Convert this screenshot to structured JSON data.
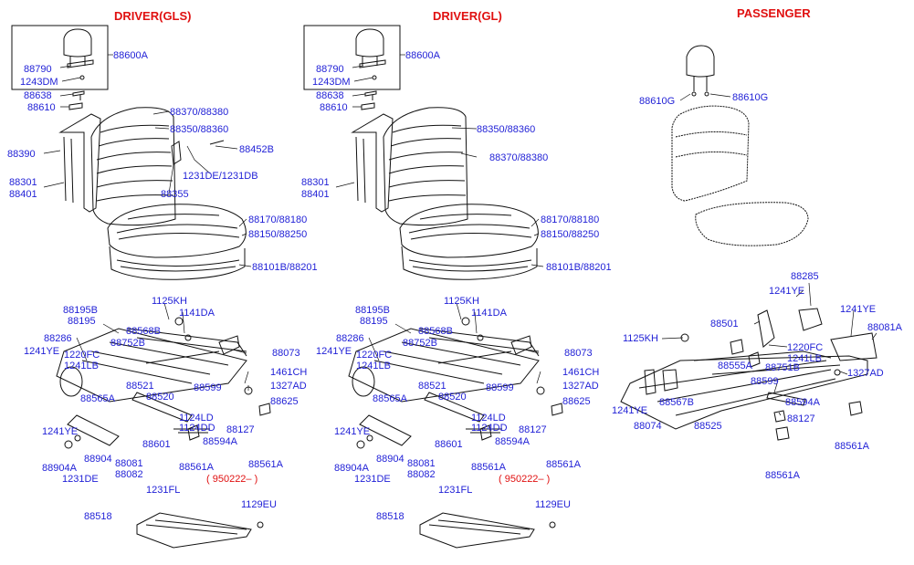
{
  "headers": {
    "driver_gls": "DRIVER(GLS)",
    "driver_gl": "DRIVER(GL)",
    "passenger": "PASSENGER"
  },
  "note": "( 950222– )",
  "labels": [
    {
      "id": "a1",
      "text": "88600A"
    },
    {
      "id": "a2",
      "text": "88790"
    },
    {
      "id": "a3",
      "text": "1243DM"
    },
    {
      "id": "a4",
      "text": "88638"
    },
    {
      "id": "a5",
      "text": "88610"
    },
    {
      "id": "a6",
      "text": "88370/88380"
    },
    {
      "id": "a7",
      "text": "88350/88360"
    },
    {
      "id": "a8",
      "text": "88390"
    },
    {
      "id": "a9",
      "text": "88452B"
    },
    {
      "id": "a10",
      "text": "1231DE/1231DB"
    },
    {
      "id": "a11",
      "text": "88301"
    },
    {
      "id": "a12",
      "text": "88401"
    },
    {
      "id": "a13",
      "text": "88355"
    },
    {
      "id": "a14",
      "text": "88170/88180"
    },
    {
      "id": "a15",
      "text": "88150/88250"
    },
    {
      "id": "a16",
      "text": "88101B/88201"
    },
    {
      "id": "a17",
      "text": "1125KH"
    },
    {
      "id": "a18",
      "text": "1141DA"
    },
    {
      "id": "a19",
      "text": "88195B"
    },
    {
      "id": "a20",
      "text": "88195"
    },
    {
      "id": "a21",
      "text": "88568B"
    },
    {
      "id": "a22",
      "text": "88286"
    },
    {
      "id": "a23",
      "text": "88752B"
    },
    {
      "id": "a24",
      "text": "1220FC"
    },
    {
      "id": "a25",
      "text": "1241LB"
    },
    {
      "id": "a26",
      "text": "1241YE"
    },
    {
      "id": "a27",
      "text": "88073"
    },
    {
      "id": "a28",
      "text": "1461CH"
    },
    {
      "id": "a29",
      "text": "1327AD"
    },
    {
      "id": "a30",
      "text": "88521"
    },
    {
      "id": "a31",
      "text": "88599"
    },
    {
      "id": "a32",
      "text": "88565A"
    },
    {
      "id": "a33",
      "text": "88520"
    },
    {
      "id": "a34",
      "text": "88625"
    },
    {
      "id": "a35",
      "text": "1124LD"
    },
    {
      "id": "a36",
      "text": "1124DD"
    },
    {
      "id": "a37",
      "text": "88127"
    },
    {
      "id": "a38",
      "text": "88594A"
    },
    {
      "id": "a39",
      "text": "1241YE"
    },
    {
      "id": "a40",
      "text": "88601"
    },
    {
      "id": "a41",
      "text": "88904"
    },
    {
      "id": "a42",
      "text": "88081"
    },
    {
      "id": "a43",
      "text": "88904A"
    },
    {
      "id": "a44",
      "text": "88082"
    },
    {
      "id": "a45",
      "text": "1231DE"
    },
    {
      "id": "a46",
      "text": "88561A"
    },
    {
      "id": "a47",
      "text": "88561A"
    },
    {
      "id": "a48",
      "text": "1231FL"
    },
    {
      "id": "a49",
      "text": "1129EU"
    },
    {
      "id": "a50",
      "text": "88518"
    },
    {
      "id": "b1",
      "text": "88600A"
    },
    {
      "id": "b2",
      "text": "88790"
    },
    {
      "id": "b3",
      "text": "1243DM"
    },
    {
      "id": "b4",
      "text": "88638"
    },
    {
      "id": "b5",
      "text": "88610"
    },
    {
      "id": "b6",
      "text": "88350/88360"
    },
    {
      "id": "b7",
      "text": "88370/88380"
    },
    {
      "id": "b8",
      "text": "88301"
    },
    {
      "id": "b9",
      "text": "88401"
    },
    {
      "id": "b10",
      "text": "88170/88180"
    },
    {
      "id": "b11",
      "text": "88150/88250"
    },
    {
      "id": "b12",
      "text": "88101B/88201"
    },
    {
      "id": "b13",
      "text": "1125KH"
    },
    {
      "id": "b14",
      "text": "1141DA"
    },
    {
      "id": "b15",
      "text": "88195B"
    },
    {
      "id": "b16",
      "text": "88195"
    },
    {
      "id": "b17",
      "text": "88568B"
    },
    {
      "id": "b18",
      "text": "88286"
    },
    {
      "id": "b19",
      "text": "88752B"
    },
    {
      "id": "b20",
      "text": "1220FC"
    },
    {
      "id": "b21",
      "text": "1241LB"
    },
    {
      "id": "b22",
      "text": "1241YE"
    },
    {
      "id": "b23",
      "text": "88073"
    },
    {
      "id": "b24",
      "text": "1461CH"
    },
    {
      "id": "b25",
      "text": "1327AD"
    },
    {
      "id": "b26",
      "text": "88521"
    },
    {
      "id": "b27",
      "text": "88599"
    },
    {
      "id": "b28",
      "text": "88565A"
    },
    {
      "id": "b29",
      "text": "88520"
    },
    {
      "id": "b30",
      "text": "88625"
    },
    {
      "id": "b31",
      "text": "1124LD"
    },
    {
      "id": "b32",
      "text": "1124DD"
    },
    {
      "id": "b33",
      "text": "88127"
    },
    {
      "id": "b34",
      "text": "88594A"
    },
    {
      "id": "b35",
      "text": "1241YE"
    },
    {
      "id": "b36",
      "text": "88601"
    },
    {
      "id": "b37",
      "text": "88904"
    },
    {
      "id": "b38",
      "text": "88081"
    },
    {
      "id": "b39",
      "text": "88904A"
    },
    {
      "id": "b40",
      "text": "88082"
    },
    {
      "id": "b41",
      "text": "1231DE"
    },
    {
      "id": "b42",
      "text": "88561A"
    },
    {
      "id": "b43",
      "text": "88561A"
    },
    {
      "id": "b44",
      "text": "1231FL"
    },
    {
      "id": "b45",
      "text": "1129EU"
    },
    {
      "id": "b46",
      "text": "88518"
    },
    {
      "id": "c1",
      "text": "88610G"
    },
    {
      "id": "c2",
      "text": "88610G"
    },
    {
      "id": "c3",
      "text": "88285"
    },
    {
      "id": "c4",
      "text": "1241YE"
    },
    {
      "id": "c5",
      "text": "1241YE"
    },
    {
      "id": "c6",
      "text": "88501"
    },
    {
      "id": "c7",
      "text": "88081A"
    },
    {
      "id": "c8",
      "text": "1125KH"
    },
    {
      "id": "c9",
      "text": "1220FC"
    },
    {
      "id": "c10",
      "text": "1241LB"
    },
    {
      "id": "c11",
      "text": "88555A"
    },
    {
      "id": "c12",
      "text": "88751B"
    },
    {
      "id": "c13",
      "text": "1327AD"
    },
    {
      "id": "c14",
      "text": "88599"
    },
    {
      "id": "c15",
      "text": "88567B"
    },
    {
      "id": "c16",
      "text": "88594A"
    },
    {
      "id": "c17",
      "text": "1241YE"
    },
    {
      "id": "c18",
      "text": "88127"
    },
    {
      "id": "c19",
      "text": "88074"
    },
    {
      "id": "c20",
      "text": "88525"
    },
    {
      "id": "c21",
      "text": "88561A"
    },
    {
      "id": "c22",
      "text": "88561A"
    }
  ]
}
